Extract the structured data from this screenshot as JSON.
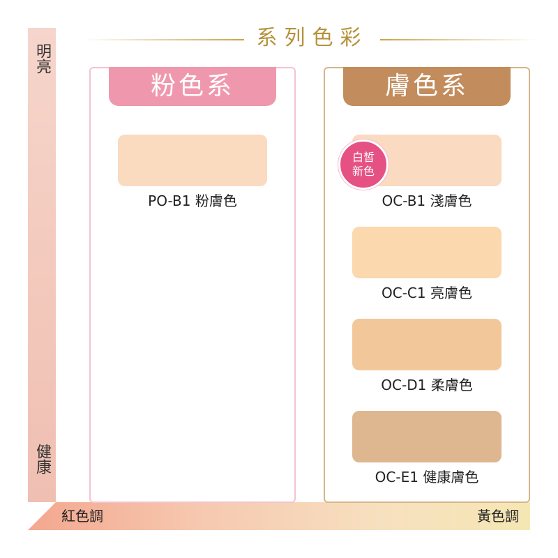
{
  "header": {
    "title": "系列色彩"
  },
  "axis": {
    "vertical": {
      "top_label": "明亮",
      "bottom_label": "健康"
    },
    "horizontal": {
      "left_label": "紅色調",
      "right_label": "黃色調"
    }
  },
  "panels": [
    {
      "title": "粉色系",
      "accent": "#ef98ad",
      "swatches": [
        {
          "code": "PO-B1 粉膚色",
          "color": "#fadbc0"
        }
      ]
    },
    {
      "title": "膚色系",
      "accent": "#c28c5c",
      "swatches": [
        {
          "code": "OC-B1 淺膚色",
          "color": "#fadac0"
        },
        {
          "code": "OC-C1 亮膚色",
          "color": "#fbd8ae"
        },
        {
          "code": "OC-D1 柔膚色",
          "color": "#f2c89b"
        },
        {
          "code": "OC-E1 健康膚色",
          "color": "#deb68f"
        }
      ]
    }
  ],
  "badge": {
    "line1": "白皙",
    "line2": "新色",
    "color": "#e65184"
  }
}
